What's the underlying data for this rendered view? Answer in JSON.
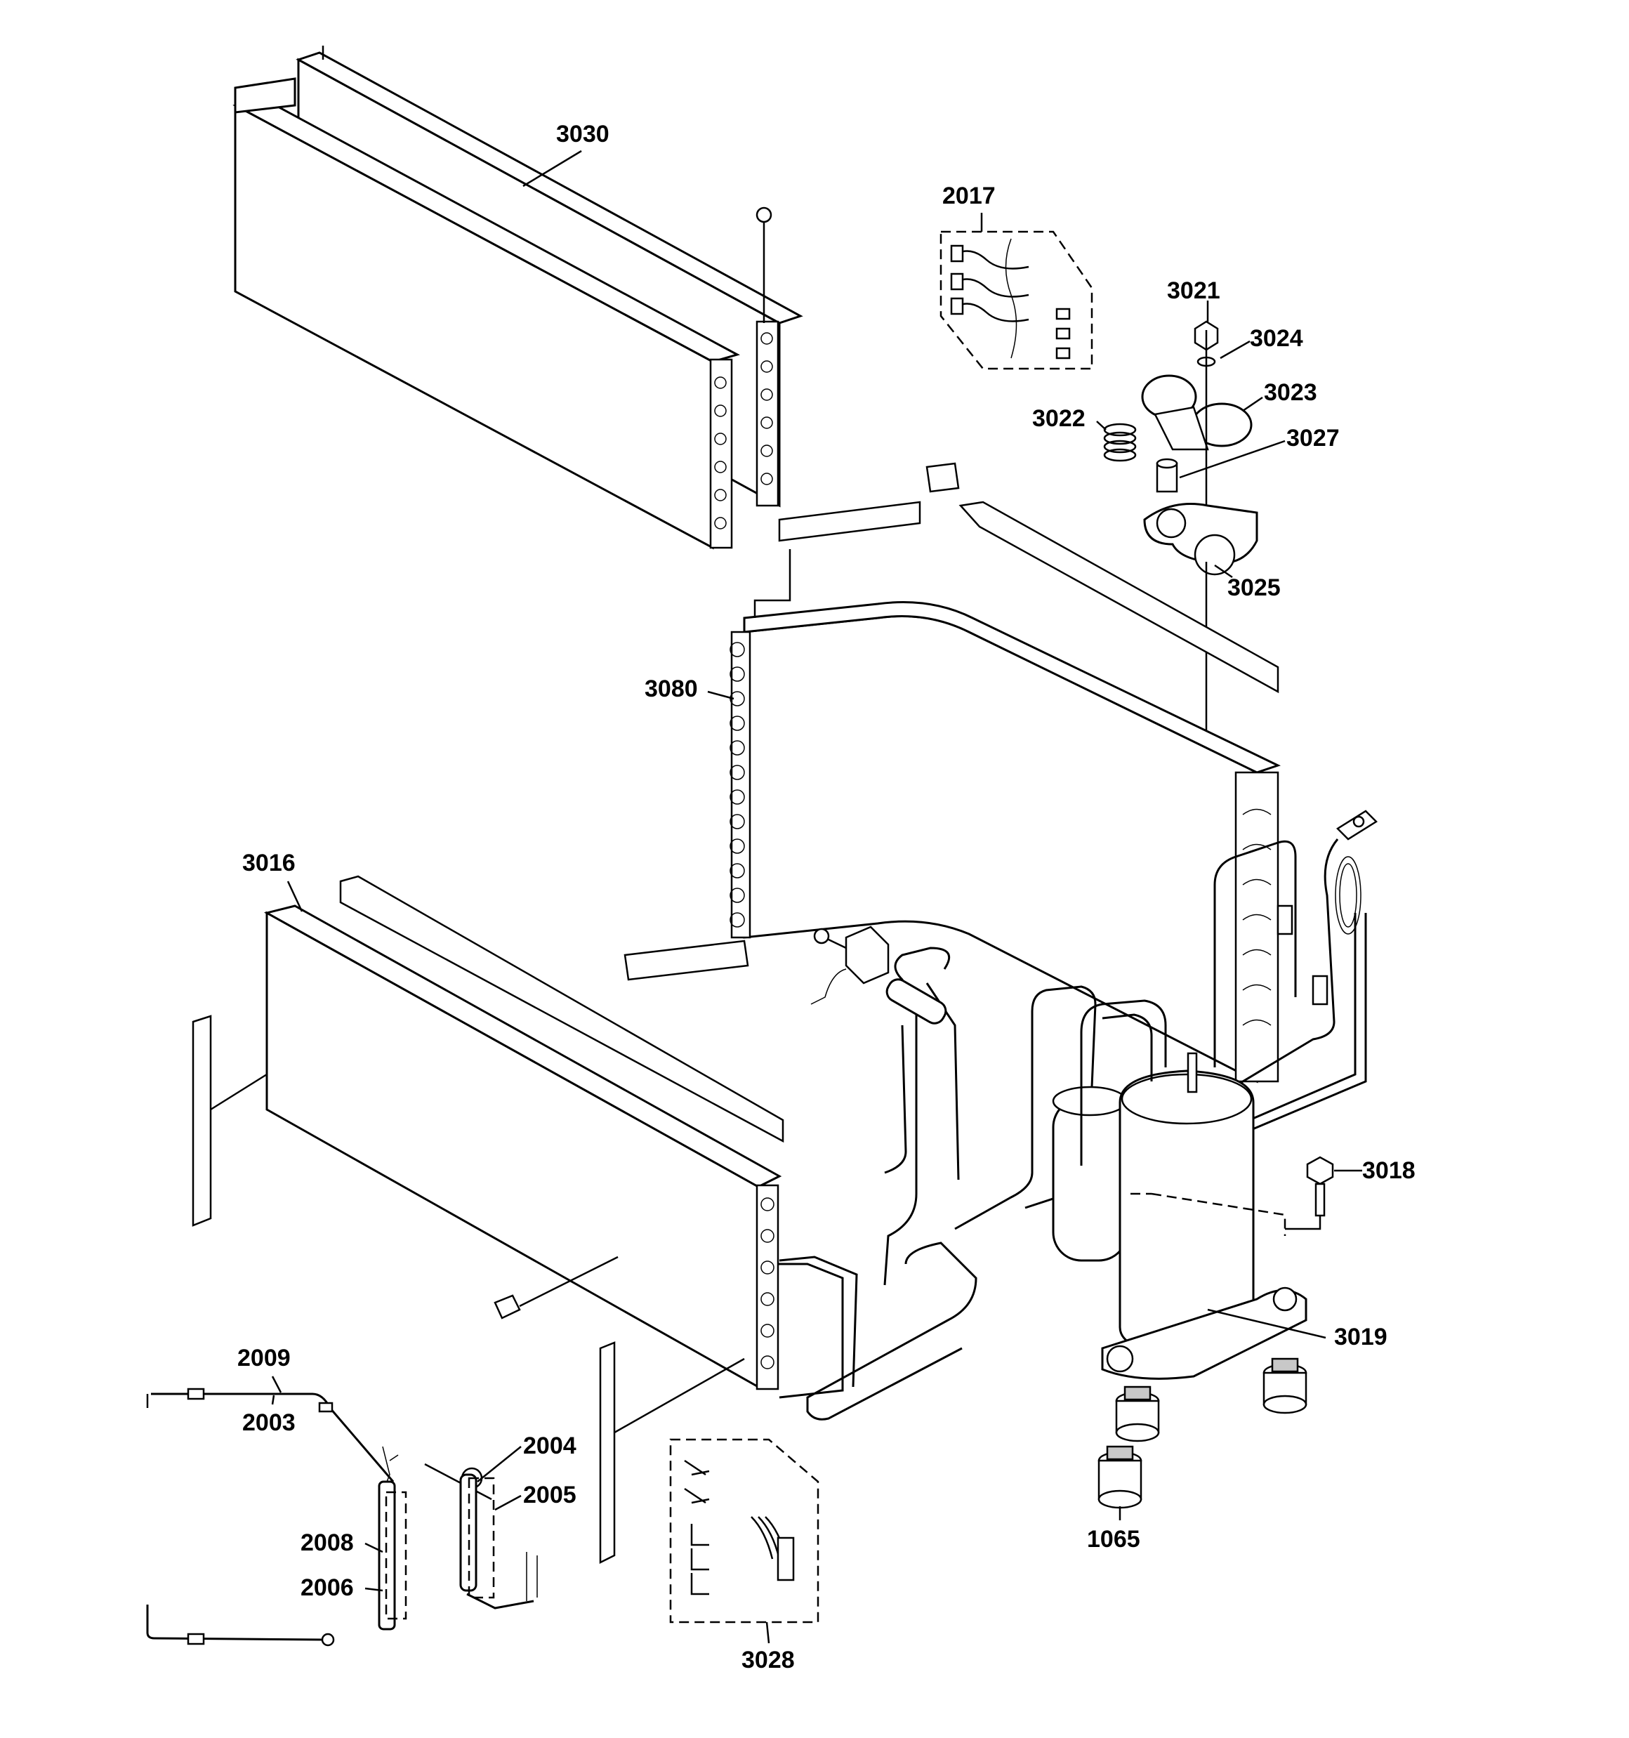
{
  "diagram": {
    "labels": [
      {
        "id": "3030",
        "text": "3030"
      },
      {
        "id": "2017",
        "text": "2017"
      },
      {
        "id": "3021",
        "text": "3021"
      },
      {
        "id": "3024",
        "text": "3024"
      },
      {
        "id": "3023",
        "text": "3023"
      },
      {
        "id": "3022",
        "text": "3022"
      },
      {
        "id": "3027",
        "text": "3027"
      },
      {
        "id": "3025",
        "text": "3025"
      },
      {
        "id": "3080",
        "text": "3080"
      },
      {
        "id": "3016",
        "text": "3016"
      },
      {
        "id": "3018",
        "text": "3018"
      },
      {
        "id": "3019",
        "text": "3019"
      },
      {
        "id": "2009",
        "text": "2009"
      },
      {
        "id": "2003",
        "text": "2003"
      },
      {
        "id": "2004",
        "text": "2004"
      },
      {
        "id": "2005",
        "text": "2005"
      },
      {
        "id": "2008",
        "text": "2008"
      },
      {
        "id": "2006",
        "text": "2006"
      },
      {
        "id": "1065",
        "text": "1065"
      },
      {
        "id": "3028",
        "text": "3028"
      }
    ]
  }
}
